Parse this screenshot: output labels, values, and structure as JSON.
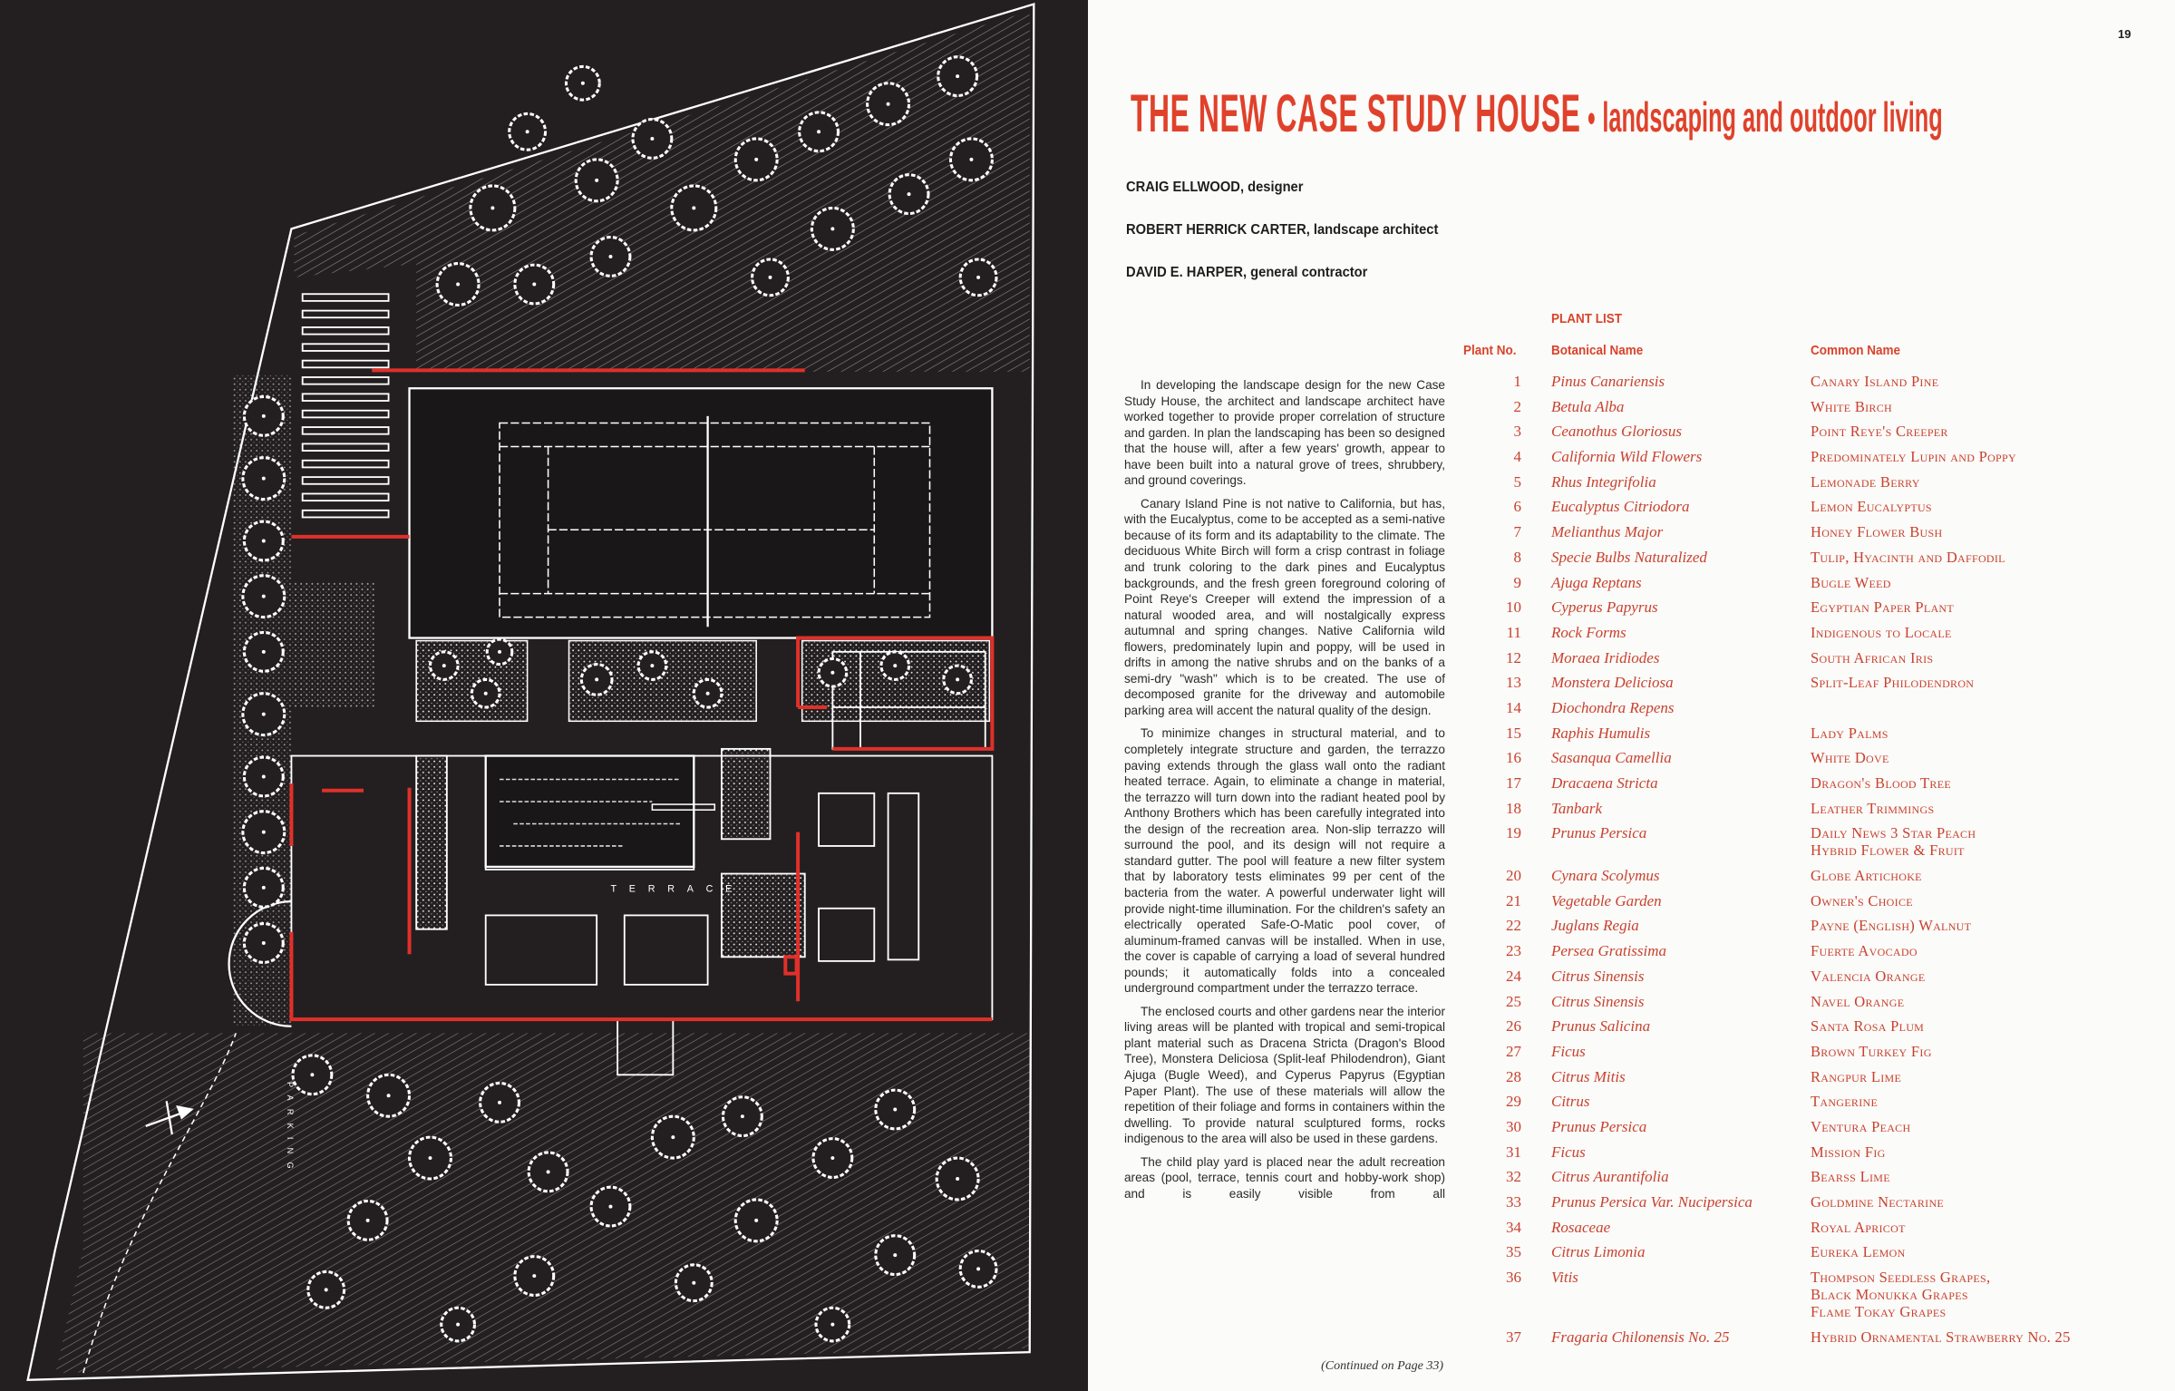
{
  "page_number": "19",
  "title": {
    "main": "THE NEW CASE STUDY HOUSE",
    "bullet": "•",
    "sub": "landscaping and outdoor living"
  },
  "credits": [
    {
      "name": "CRAIG ELLWOOD",
      "role": ", designer"
    },
    {
      "name": "ROBERT HERRICK CARTER",
      "role": ", landscape architect"
    },
    {
      "name": "DAVID E. HARPER",
      "role": ", general contractor"
    }
  ],
  "article": {
    "paragraphs": [
      "In developing the landscape design for the new Case Study House, the architect and landscape architect have worked together to provide proper correlation of structure and garden. In plan the landscaping has been so designed that the house will, after a few years' growth, appear to have been built into a natural grove of trees, shrubbery, and ground coverings.",
      "Canary Island Pine is not native to California, but has, with the Eucalyptus, come to be accepted as a semi-native because of its form and its adaptability to the climate. The deciduous White Birch will form a crisp contrast in foliage and trunk coloring to the dark pines and Eucalyptus backgrounds, and the fresh green foreground coloring of Point Reye's Creeper will extend the impression of a natural wooded area, and will nostalgically express autumnal and spring changes. Native California wild flowers, predominately lupin and poppy, will be used in drifts in among the native shrubs and on the banks of a semi-dry \"wash\" which is to be created. The use of decomposed granite for the driveway and automobile parking area will accent the natural quality of the design.",
      "To minimize changes in structural material, and to completely integrate structure and garden, the terrazzo paving extends through the glass wall onto the radiant heated terrace. Again, to eliminate a change in material, the terrazzo will turn down into the radiant heated pool by Anthony Brothers which has been carefully integrated into the design of the recreation area. Non-slip terrazzo will surround the pool, and its design will not require a standard gutter. The pool will feature a new filter system that by laboratory tests eliminates 99 per cent of the bacteria from the water. A powerful underwater light will provide night-time illumination. For the children's safety an electrically operated Safe-O-Matic pool cover, of aluminum-framed canvas will be installed. When in use, the cover is capable of carrying a load of several hundred pounds; it automatically folds into a concealed underground compartment under the terrazzo terrace.",
      "The enclosed courts and other gardens near the interior living areas will be planted with tropical and semi-tropical plant material such as Dracena Stricta (Dragon's Blood Tree), Monstera Deliciosa (Split-leaf Philodendron), Giant Ajuga (Bugle Weed), and Cyperus Papyrus (Egyptian Paper Plant). The use of these materials will allow the repetition of their foliage and forms in containers within the dwelling. To provide natural sculptured forms, rocks indigenous to the area will also be used in these gardens.",
      "The child play yard is placed near the adult recreation areas (pool, terrace, tennis court and hobby-work shop) and is easily visible from all"
    ],
    "continued": "(Continued on Page 33)"
  },
  "plant_list": {
    "title": "PLANT LIST",
    "headers": {
      "no": "Plant No.",
      "botanical": "Botanical Name",
      "common": "Common Name"
    },
    "rows": [
      {
        "no": "1",
        "botanical": "Pinus Canariensis",
        "common": [
          "Canary Island Pine"
        ]
      },
      {
        "no": "2",
        "botanical": "Betula Alba",
        "common": [
          "White Birch"
        ]
      },
      {
        "no": "3",
        "botanical": "Ceanothus Gloriosus",
        "common": [
          "Point Reye's Creeper"
        ]
      },
      {
        "no": "4",
        "botanical": "California Wild Flowers",
        "common": [
          "Predominately Lupin and Poppy"
        ]
      },
      {
        "no": "5",
        "botanical": "Rhus Integrifolia",
        "common": [
          "Lemonade Berry"
        ]
      },
      {
        "no": "6",
        "botanical": "Eucalyptus Citriodora",
        "common": [
          "Lemon Eucalyptus"
        ]
      },
      {
        "no": "7",
        "botanical": "Melianthus Major",
        "common": [
          "Honey Flower Bush"
        ]
      },
      {
        "no": "8",
        "botanical": "Specie Bulbs Naturalized",
        "common": [
          "Tulip, Hyacinth and Daffodil"
        ]
      },
      {
        "no": "9",
        "botanical": "Ajuga Reptans",
        "common": [
          "Bugle Weed"
        ]
      },
      {
        "no": "10",
        "botanical": "Cyperus Papyrus",
        "common": [
          "Egyptian Paper Plant"
        ]
      },
      {
        "no": "11",
        "botanical": "Rock Forms",
        "common": [
          "Indigenous to Locale"
        ]
      },
      {
        "no": "12",
        "botanical": "Moraea Iridiodes",
        "common": [
          "South African Iris"
        ]
      },
      {
        "no": "13",
        "botanical": "Monstera Deliciosa",
        "common": [
          "Split-Leaf Philodendron"
        ]
      },
      {
        "no": "14",
        "botanical": "Diochondra Repens",
        "common": []
      },
      {
        "no": "15",
        "botanical": "Raphis Humulis",
        "common": [
          "Lady Palms"
        ]
      },
      {
        "no": "16",
        "botanical": "Sasanqua Camellia",
        "common": [
          "White Dove"
        ]
      },
      {
        "no": "17",
        "botanical": "Dracaena Stricta",
        "common": [
          "Dragon's Blood Tree"
        ]
      },
      {
        "no": "18",
        "botanical": "Tanbark",
        "common": [
          "Leather Trimmings"
        ]
      },
      {
        "no": "19",
        "botanical": "Prunus Persica",
        "common": [
          "Daily News 3 Star Peach",
          "Hybrid Flower & Fruit"
        ]
      },
      {
        "no": "20",
        "botanical": "Cynara Scolymus",
        "common": [
          "Globe Artichoke"
        ]
      },
      {
        "no": "21",
        "botanical": "Vegetable Garden",
        "common": [
          "Owner's Choice"
        ]
      },
      {
        "no": "22",
        "botanical": "Juglans Regia",
        "common": [
          "Payne (English) Walnut"
        ]
      },
      {
        "no": "23",
        "botanical": "Persea Gratissima",
        "common": [
          "Fuerte Avocado"
        ]
      },
      {
        "no": "24",
        "botanical": "Citrus Sinensis",
        "common": [
          "Valencia Orange"
        ]
      },
      {
        "no": "25",
        "botanical": "Citrus Sinensis",
        "common": [
          "Navel Orange"
        ]
      },
      {
        "no": "26",
        "botanical": "Prunus Salicina",
        "common": [
          "Santa Rosa Plum"
        ]
      },
      {
        "no": "27",
        "botanical": "Ficus",
        "common": [
          "Brown Turkey Fig"
        ]
      },
      {
        "no": "28",
        "botanical": "Citrus Mitis",
        "common": [
          "Rangpur Lime"
        ]
      },
      {
        "no": "29",
        "botanical": "Citrus",
        "common": [
          "Tangerine"
        ]
      },
      {
        "no": "30",
        "botanical": "Prunus Persica",
        "common": [
          "Ventura Peach"
        ]
      },
      {
        "no": "31",
        "botanical": "Ficus",
        "common": [
          "Mission Fig"
        ]
      },
      {
        "no": "32",
        "botanical": "Citrus Aurantifolia",
        "common": [
          "Bearss Lime"
        ]
      },
      {
        "no": "33",
        "botanical": "Prunus Persica Var. Nucipersica",
        "common": [
          "Goldmine Nectarine"
        ]
      },
      {
        "no": "34",
        "botanical": "Rosaceae",
        "common": [
          "Royal Apricot"
        ]
      },
      {
        "no": "35",
        "botanical": "Citrus Limonia",
        "common": [
          "Eureka Lemon"
        ]
      },
      {
        "no": "36",
        "botanical": "Vitis",
        "common": [
          "Thompson Seedless Grapes,",
          "Black Monukka Grapes",
          "Flame Tokay Grapes"
        ]
      },
      {
        "no": "37",
        "botanical": "Fragaria Chilonensis No. 25",
        "common": [
          "Hybrid Ornamental Strawberry No. 25"
        ]
      }
    ]
  },
  "plan": {
    "labels": {
      "terrace": "TERRACE",
      "parking": "PARKING"
    }
  },
  "colors": {
    "accent": "#d9432c",
    "plan_background": "#231f20",
    "plan_lines": "#ffffff",
    "plan_red": "#e0302a"
  }
}
